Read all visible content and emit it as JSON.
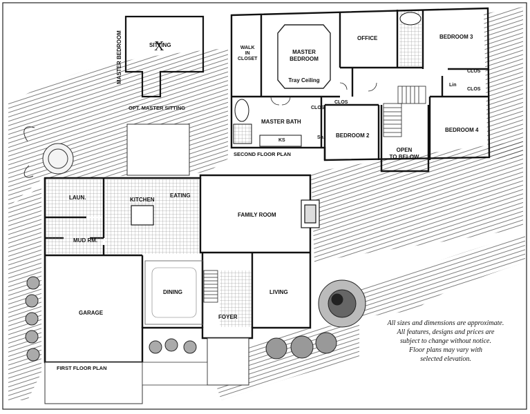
{
  "first_floor": {
    "plan_title": "FIRST FLOOR PLAN",
    "rooms": {
      "laundry": "LAUN.",
      "kitchen": "KITCHEN",
      "eating": "EATING",
      "family_room": "FAMILY ROOM",
      "mud_room": "MUD RM.",
      "garage": "GARAGE",
      "dining": "DINING",
      "living": "LIVING",
      "foyer": "FOYER"
    }
  },
  "second_floor": {
    "plan_title": "SECOND FLOOR PLAN",
    "rooms": {
      "walk_in_closet": [
        "WALK",
        "IN",
        "CLOSET"
      ],
      "master_bedroom": [
        "MASTER",
        "BEDROOM"
      ],
      "tray_ceiling": "Tray Ceiling",
      "office": "OFFICE",
      "bedroom_3": "BEDROOM 3",
      "master_bath": "MASTER BATH",
      "bedroom_2": "BEDROOM 2",
      "open_to_below": [
        "OPEN",
        "TO BELOW"
      ],
      "bedroom_4": "BEDROOM 4",
      "clos": "CLOS",
      "ks": "KS",
      "sh": "Sh.",
      "lin": "Lin"
    }
  },
  "optional_sitting": {
    "room": "SITTING",
    "strike_mark": "X",
    "side_label": "MASTER BEDROOM",
    "caption": "OPT. MASTER SITTING"
  },
  "disclaimer": [
    "All sizes and dimensions are approximate.",
    "All features, designs and prices are",
    "subject to change without notice.",
    "Floor plans may vary with",
    "selected elevation."
  ]
}
